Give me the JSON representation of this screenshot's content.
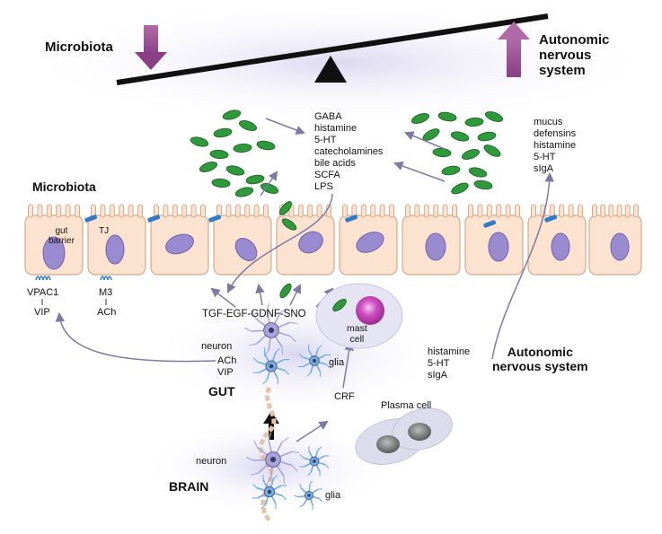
{
  "top": {
    "left_label": "Microbiota",
    "right_label": [
      "Autonomic",
      "nervous",
      "system"
    ]
  },
  "microbiota_label": "Microbiota",
  "cells": {
    "gut_barrier": [
      "gut",
      "barrier"
    ],
    "tj": "TJ",
    "vpac1": "VPAC1",
    "vip": "VIP",
    "m3": "M3",
    "ach": "ACh"
  },
  "metabolites": [
    "GABA",
    "histamine",
    "5-HT",
    "catecholamines",
    "bile acids",
    "SCFA",
    "LPS"
  ],
  "secretions": [
    "mucus",
    "defensins",
    "histamine",
    "5-HT",
    "sIgA"
  ],
  "growth_factors": "TGF-EGF-GDNF-SNO",
  "gut": {
    "neuron": "neuron",
    "ach": "ACh",
    "vip": "VIP",
    "label": "GUT",
    "glia": "glia",
    "mast_cell": [
      "mast",
      "cell"
    ],
    "mast_products": [
      "histamine",
      "5-HT",
      "sIgA"
    ]
  },
  "ans_label": [
    "Autonomic",
    "nervous system"
  ],
  "crf": "CRF",
  "plasma_cell": "Plasma cell",
  "brain": {
    "neuron": "neuron",
    "label": "BRAIN",
    "glia": "glia"
  },
  "colors": {
    "arrow_purple": "#9b4f96",
    "bacteria_green": "#2f9a3c",
    "cell_fill": "#fbe3d0",
    "nucleus": "#9a8ad0",
    "connector": "#7e7aa6"
  }
}
